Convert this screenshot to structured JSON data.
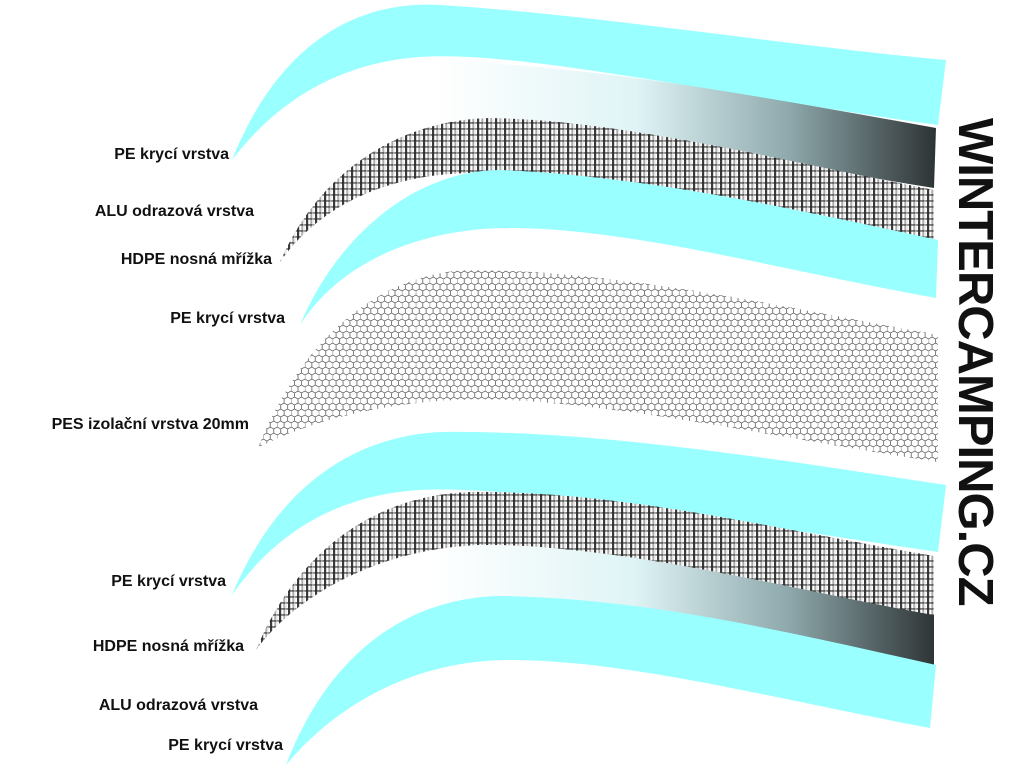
{
  "layers": [
    {
      "label": "PE krycí vrstva",
      "material": "pe"
    },
    {
      "label": "ALU odrazová vrstva",
      "material": "alu"
    },
    {
      "label": "HDPE nosná mřížka",
      "material": "hdpe"
    },
    {
      "label": "PE krycí vrstva",
      "material": "pe"
    },
    {
      "label": "PES izolační vrstva 20mm",
      "material": "pes"
    },
    {
      "label": "PE krycí vrstva",
      "material": "pe"
    },
    {
      "label": "HDPE nosná mřížka",
      "material": "hdpe"
    },
    {
      "label": "ALU odrazová vrstva",
      "material": "alu"
    },
    {
      "label": "PE krycí vrstva",
      "material": "pe"
    }
  ],
  "logo": {
    "text": "WINTERCAMPING.CZ"
  },
  "colors": {
    "pe": "#99ffff",
    "alu_dark": "#2e3436",
    "hdpe": "#555555",
    "pes": "#333333",
    "text": "#111111"
  }
}
